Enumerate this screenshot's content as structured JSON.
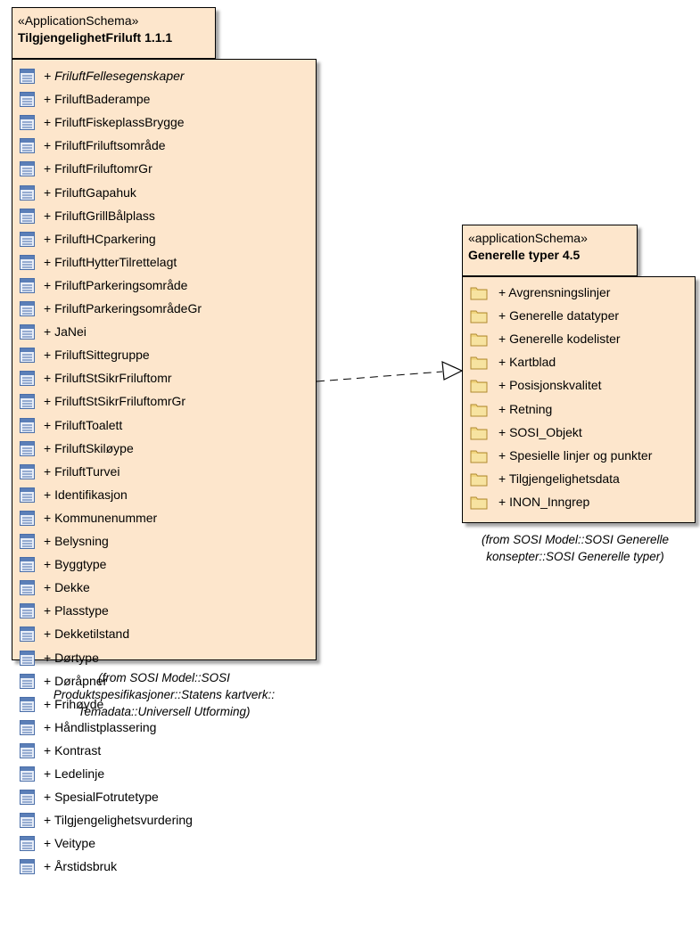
{
  "left_package": {
    "stereotype": "«ApplicationSchema»",
    "name": "TilgjengelighetFriluft 1.1.1",
    "item_icon": "class-icon",
    "items": [
      "+ FriluftFellesegenskaper",
      "+ FriluftBaderampe",
      "+ FriluftFiskeplassBrygge",
      "+ FriluftFriluftsområde",
      "+ FriluftFriluftomrGr",
      "+ FriluftGapahuk",
      "+ FriluftGrillBålplass",
      "+ FriluftHCparkering",
      "+ FriluftHytterTilrettelagt",
      "+ FriluftParkeringsområde",
      "+ FriluftParkeringsområdeGr",
      "+ JaNei",
      "+ FriluftSittegruppe",
      "+ FriluftStSikrFriluftomr",
      "+ FriluftStSikrFriluftomrGr",
      "+ FriluftToalett",
      "+ FriluftSkiløype",
      "+ FriluftTurvei",
      "+ Identifikasjon",
      "+ Kommunenummer",
      "+ Belysning",
      "+ Byggtype",
      "+ Dekke",
      "+ Plasstype",
      "+ Dekketilstand",
      "+ Dørtype",
      "+ Døråpner",
      "+ Frihøyde",
      "+ Håndlistplassering",
      "+ Kontrast",
      "+ Ledelinje",
      "+ SpesialFotrutetype",
      "+ Tilgjengelighetsvurdering",
      "+ Veitype",
      "+ Årstidsbruk"
    ],
    "italic_items": [
      "+ FriluftFellesegenskaper"
    ],
    "note": [
      "(from SOSI Model::SOSI",
      "Produktspesifikasjoner::Statens kartverk::",
      "Temadata::Universell Utforming)"
    ]
  },
  "right_package": {
    "stereotype": "«applicationSchema»",
    "name": "Generelle typer 4.5",
    "item_icon": "folder-icon",
    "items": [
      "+ Avgrensningslinjer",
      "+ Generelle datatyper",
      "+ Generelle kodelister",
      "+ Kartblad",
      "+ Posisjonskvalitet",
      "+ Retning",
      "+ SOSI_Objekt",
      "+ Spesielle linjer og punkter",
      "+ Tilgjengelighetsdata",
      "+ INON_Inngrep"
    ],
    "note": [
      "(from SOSI Model::SOSI Generelle",
      "konsepter::SOSI Generelle typer)"
    ]
  },
  "connector": {
    "type": "dependency",
    "style": "dashed",
    "arrowhead": "open-triangle",
    "from": "TilgjengelighetFriluft 1.1.1",
    "to": "Generelle typer 4.5"
  },
  "colors": {
    "fill": "#fde6cc",
    "border": "#000000",
    "class_icon_blue": "#5b7fb8",
    "folder_yellow": "#f2d680"
  }
}
